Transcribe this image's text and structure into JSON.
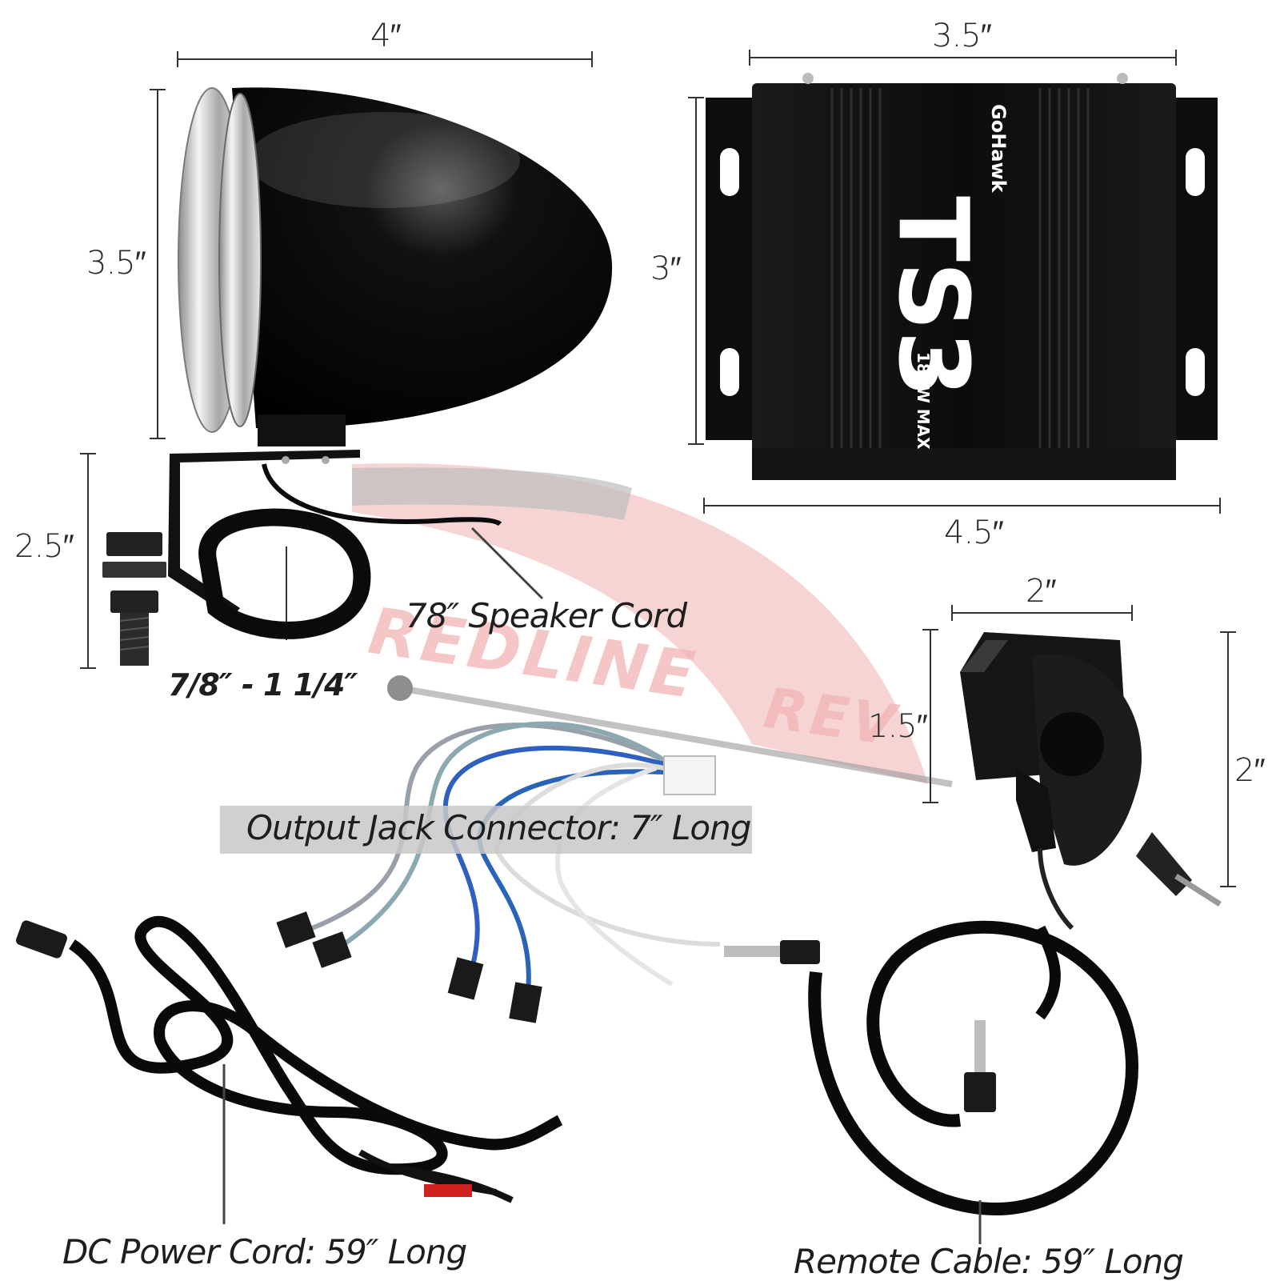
{
  "dimensions": {
    "speaker_width": "4″",
    "speaker_height": "3.5″",
    "bracket_height": "2.5″",
    "clamp_range": "7/8″ - 1 1/4″",
    "amp_width_top": "3.5″",
    "amp_height": "3″",
    "amp_width_bottom": "4.5″",
    "remote_width": "2″",
    "remote_depth": "1.5″",
    "remote_height": "2″"
  },
  "callouts": {
    "speaker_cord": "78″ Speaker Cord",
    "output_jack": "Output Jack Connector: 7″ Long",
    "dc_power": "DC Power Cord: 59″ Long",
    "remote_cable": "Remote Cable: 59″ Long"
  },
  "amplifier": {
    "brand": "GoHawk",
    "model": "TS3",
    "power": "180W MAX"
  },
  "watermark": {
    "line1": "REDLINE",
    "line2": "REV"
  }
}
